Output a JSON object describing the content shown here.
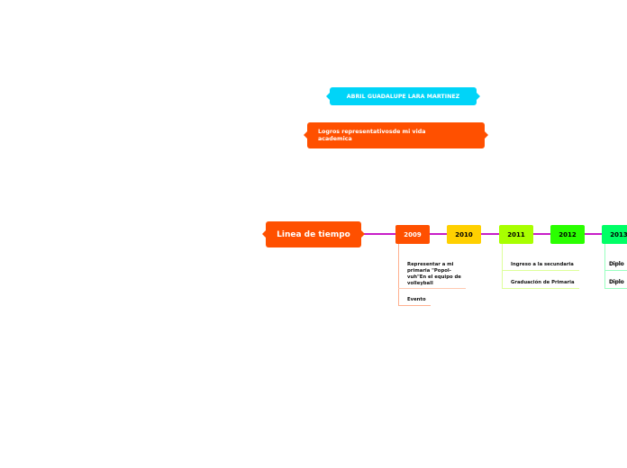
{
  "title_node": {
    "label": "ABRIL GUADALUPE LARA MARTINEZ",
    "color": "#00d4f8"
  },
  "subtitle_node": {
    "label": "Logros representativosde mi vida academica",
    "color": "#ff5000"
  },
  "timeline": {
    "label": "Linea de tiempo",
    "color": "#ff5000",
    "line_color": "#c81ec8",
    "years": [
      {
        "label": "2009",
        "color": "#ff5000",
        "items": [
          "Representar a mi primaria \"Popol-vuh\"En el equipo de volleyball",
          "Evento"
        ]
      },
      {
        "label": "2010",
        "color": "#ffd000",
        "items": []
      },
      {
        "label": "2011",
        "color": "#a8ff00",
        "items": [
          "Ingreso a la secundaria",
          "Graduación de Primaria"
        ]
      },
      {
        "label": "2012",
        "color": "#2aff00",
        "items": []
      },
      {
        "label": "2013",
        "color": "#00ff66",
        "items": [
          "Diplo",
          "Diplo"
        ]
      }
    ]
  }
}
